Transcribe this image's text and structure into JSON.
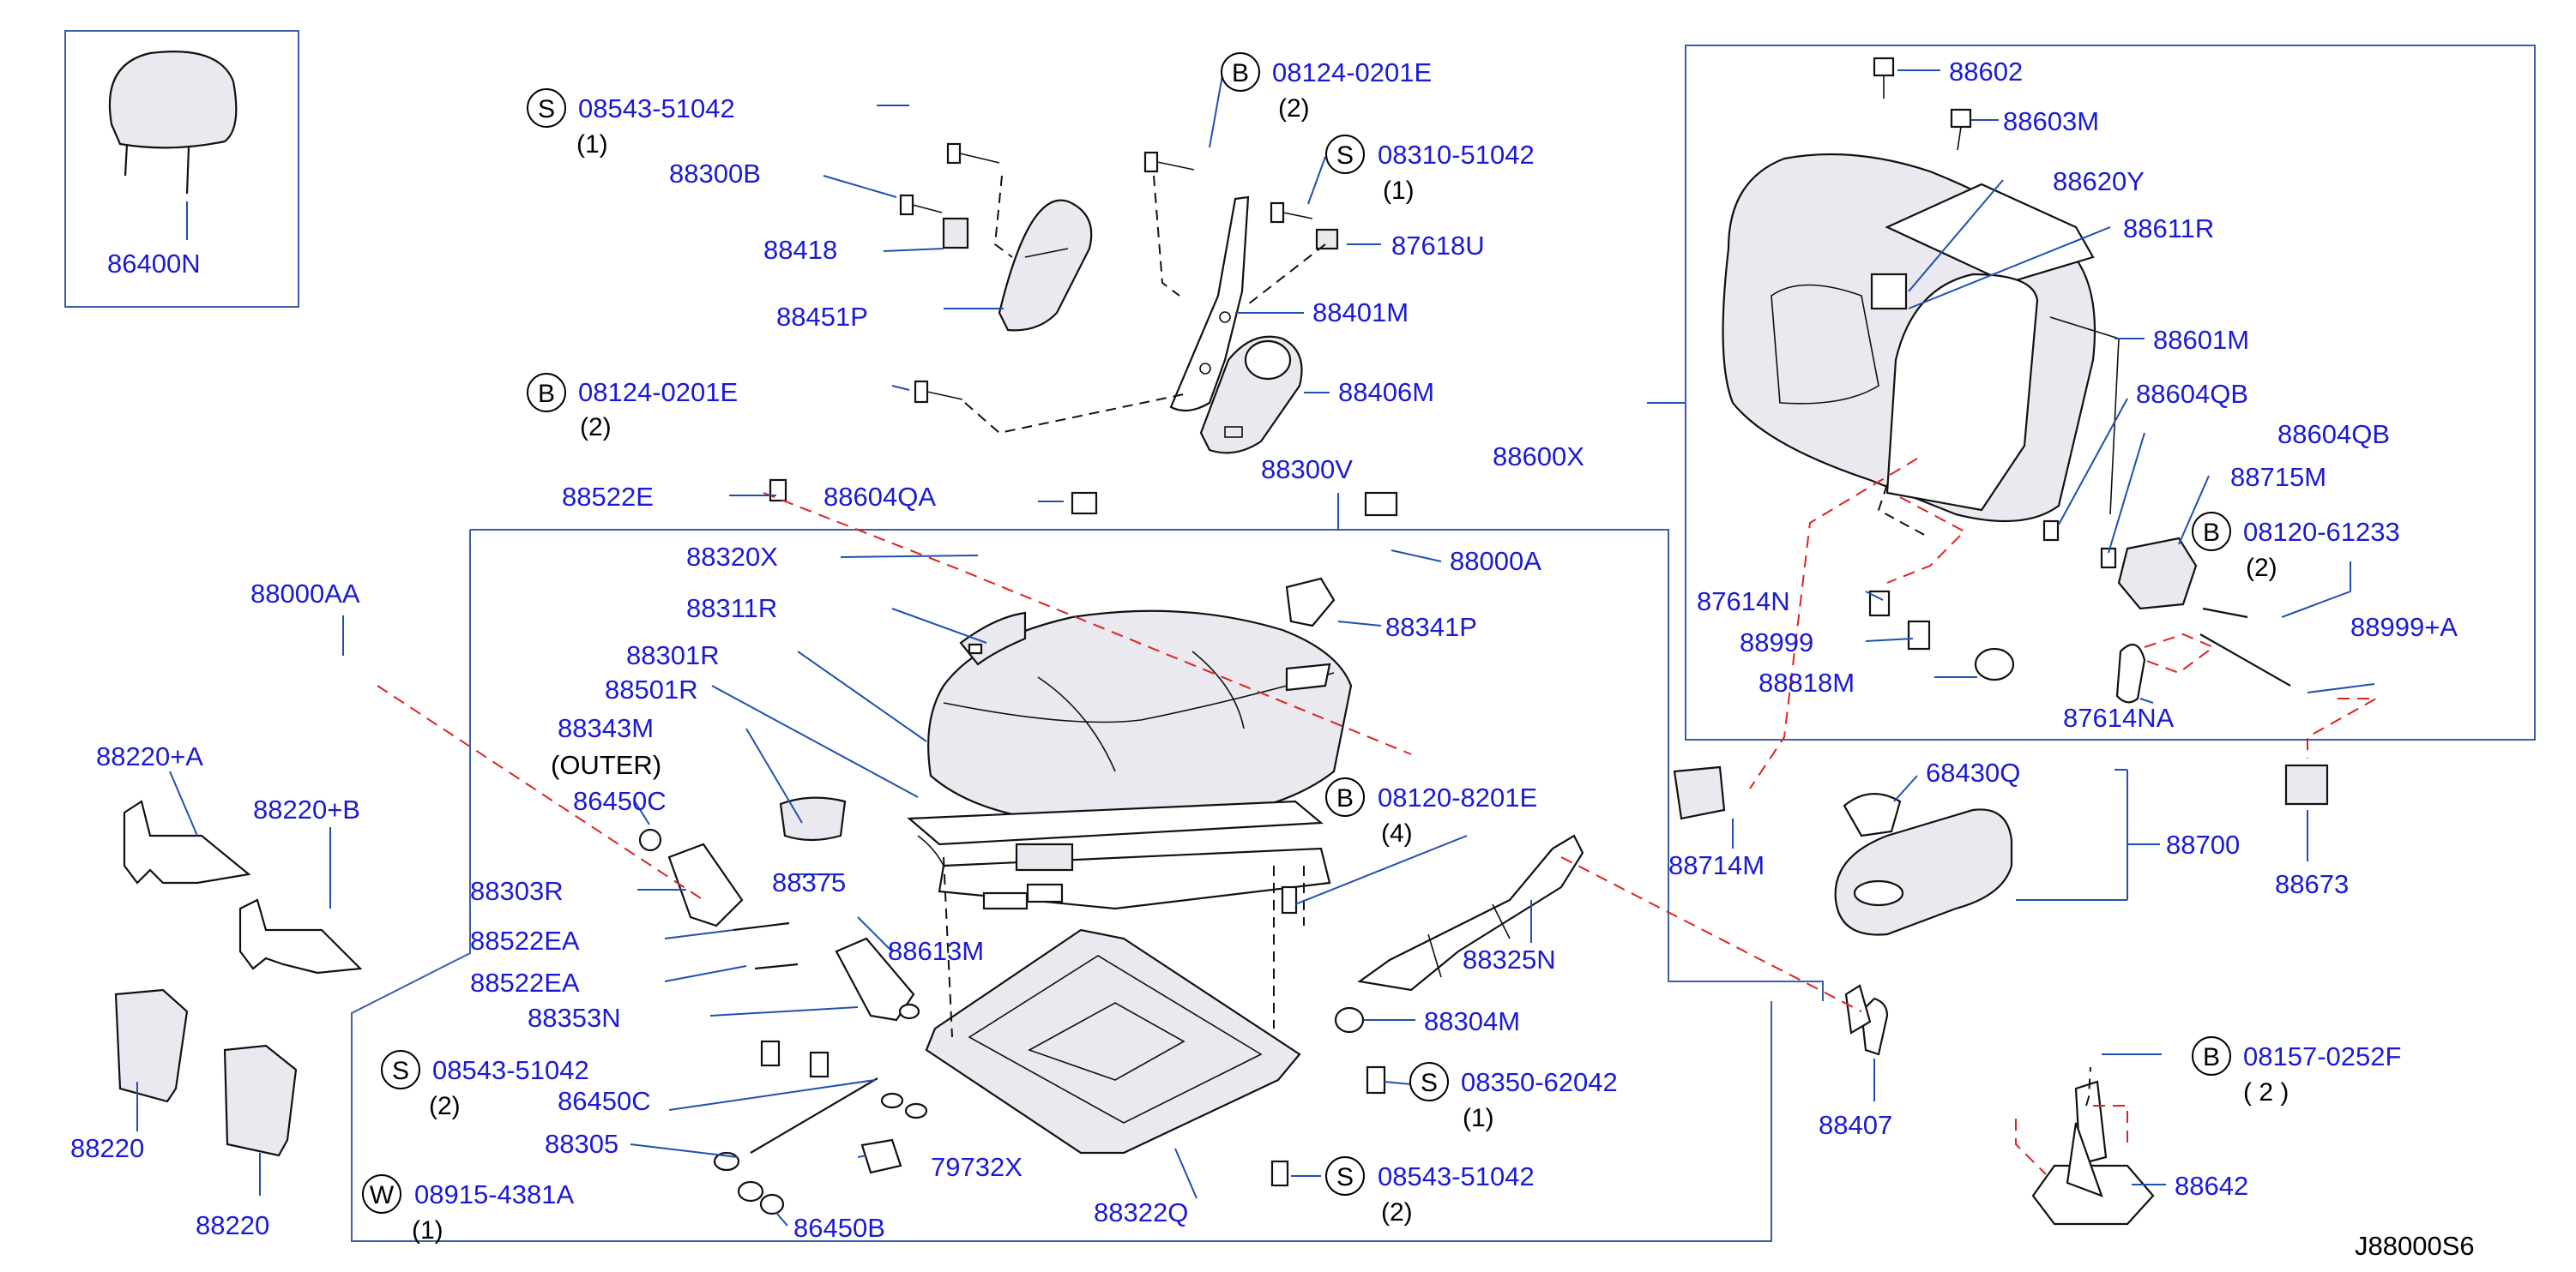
{
  "diagram_code": "J88000S6",
  "callouts": [
    {
      "id": "c1",
      "prefix": "",
      "part": "86400N",
      "qty": ""
    },
    {
      "id": "c2",
      "prefix": "S",
      "part": "08543-51042",
      "qty": "(1)"
    },
    {
      "id": "c3",
      "prefix": "",
      "part": "88300B",
      "qty": ""
    },
    {
      "id": "c4",
      "prefix": "",
      "part": "88418",
      "qty": ""
    },
    {
      "id": "c5",
      "prefix": "",
      "part": "88451P",
      "qty": ""
    },
    {
      "id": "c6",
      "prefix": "B",
      "part": "08124-0201E",
      "qty": "(2)"
    },
    {
      "id": "c7",
      "prefix": "B",
      "part": "08124-0201E",
      "qty": "(2)"
    },
    {
      "id": "c8",
      "prefix": "S",
      "part": "08310-51042",
      "qty": "(1)"
    },
    {
      "id": "c9",
      "prefix": "",
      "part": "87618U",
      "qty": ""
    },
    {
      "id": "c10",
      "prefix": "",
      "part": "88401M",
      "qty": ""
    },
    {
      "id": "c11",
      "prefix": "",
      "part": "88406M",
      "qty": ""
    },
    {
      "id": "c12",
      "prefix": "",
      "part": "88300V",
      "qty": ""
    },
    {
      "id": "c13",
      "prefix": "",
      "part": "88522E",
      "qty": ""
    },
    {
      "id": "c14",
      "prefix": "",
      "part": "88604QA",
      "qty": ""
    },
    {
      "id": "c15",
      "prefix": "",
      "part": "88320X",
      "qty": ""
    },
    {
      "id": "c16",
      "prefix": "",
      "part": "88000A",
      "qty": ""
    },
    {
      "id": "c17",
      "prefix": "",
      "part": "88311R",
      "qty": ""
    },
    {
      "id": "c18",
      "prefix": "",
      "part": "88341P",
      "qty": ""
    },
    {
      "id": "c19",
      "prefix": "",
      "part": "88000AA",
      "qty": ""
    },
    {
      "id": "c20",
      "prefix": "",
      "part": "88301R",
      "qty": ""
    },
    {
      "id": "c21",
      "prefix": "",
      "part": "88501R",
      "qty": ""
    },
    {
      "id": "c22",
      "prefix": "",
      "part": "88343M",
      "qty": "(OUTER)"
    },
    {
      "id": "c23",
      "prefix": "",
      "part": "86450C",
      "qty": ""
    },
    {
      "id": "c24",
      "prefix": "",
      "part": "88220+A",
      "qty": ""
    },
    {
      "id": "c25",
      "prefix": "",
      "part": "88220+B",
      "qty": ""
    },
    {
      "id": "c26",
      "prefix": "",
      "part": "88303R",
      "qty": ""
    },
    {
      "id": "c27",
      "prefix": "",
      "part": "88375",
      "qty": ""
    },
    {
      "id": "c28",
      "prefix": "B",
      "part": "08120-8201E",
      "qty": "(4)"
    },
    {
      "id": "c29",
      "prefix": "",
      "part": "88522EA",
      "qty": ""
    },
    {
      "id": "c30",
      "prefix": "",
      "part": "88613M",
      "qty": ""
    },
    {
      "id": "c31",
      "prefix": "",
      "part": "88522EA",
      "qty": ""
    },
    {
      "id": "c32",
      "prefix": "",
      "part": "88353N",
      "qty": ""
    },
    {
      "id": "c33",
      "prefix": "",
      "part": "88325N",
      "qty": ""
    },
    {
      "id": "c34",
      "prefix": "",
      "part": "88304M",
      "qty": ""
    },
    {
      "id": "c35",
      "prefix": "S",
      "part": "08543-51042",
      "qty": "(2)"
    },
    {
      "id": "c36",
      "prefix": "S",
      "part": "08350-62042",
      "qty": "(1)"
    },
    {
      "id": "c37",
      "prefix": "",
      "part": "86450C",
      "qty": ""
    },
    {
      "id": "c38",
      "prefix": "",
      "part": "88305",
      "qty": ""
    },
    {
      "id": "c39",
      "prefix": "",
      "part": "79732X",
      "qty": ""
    },
    {
      "id": "c40",
      "prefix": "S",
      "part": "08543-51042",
      "qty": "(2)"
    },
    {
      "id": "c41",
      "prefix": "W",
      "part": "08915-4381A",
      "qty": "(1)"
    },
    {
      "id": "c42",
      "prefix": "",
      "part": "86450B",
      "qty": ""
    },
    {
      "id": "c43",
      "prefix": "",
      "part": "88322Q",
      "qty": ""
    },
    {
      "id": "c44",
      "prefix": "",
      "part": "88220",
      "qty": ""
    },
    {
      "id": "c45",
      "prefix": "",
      "part": "88220",
      "qty": ""
    },
    {
      "id": "c46",
      "prefix": "",
      "part": "88602",
      "qty": ""
    },
    {
      "id": "c47",
      "prefix": "",
      "part": "88603M",
      "qty": ""
    },
    {
      "id": "c48",
      "prefix": "",
      "part": "88620Y",
      "qty": ""
    },
    {
      "id": "c49",
      "prefix": "",
      "part": "88611R",
      "qty": ""
    },
    {
      "id": "c50",
      "prefix": "",
      "part": "88601M",
      "qty": ""
    },
    {
      "id": "c51",
      "prefix": "",
      "part": "88600X",
      "qty": ""
    },
    {
      "id": "c52",
      "prefix": "",
      "part": "88604QB",
      "qty": ""
    },
    {
      "id": "c53",
      "prefix": "",
      "part": "88604QB",
      "qty": ""
    },
    {
      "id": "c54",
      "prefix": "",
      "part": "88715M",
      "qty": ""
    },
    {
      "id": "c55",
      "prefix": "B",
      "part": "08120-61233",
      "qty": "(2)"
    },
    {
      "id": "c56",
      "prefix": "",
      "part": "87614N",
      "qty": ""
    },
    {
      "id": "c57",
      "prefix": "",
      "part": "88999",
      "qty": ""
    },
    {
      "id": "c58",
      "prefix": "",
      "part": "88999+A",
      "qty": ""
    },
    {
      "id": "c59",
      "prefix": "",
      "part": "88818M",
      "qty": ""
    },
    {
      "id": "c60",
      "prefix": "",
      "part": "87614NA",
      "qty": ""
    },
    {
      "id": "c61",
      "prefix": "",
      "part": "68430Q",
      "qty": ""
    },
    {
      "id": "c62",
      "prefix": "",
      "part": "88714M",
      "qty": ""
    },
    {
      "id": "c63",
      "prefix": "",
      "part": "88700",
      "qty": ""
    },
    {
      "id": "c64",
      "prefix": "",
      "part": "88673",
      "qty": ""
    },
    {
      "id": "c65",
      "prefix": "",
      "part": "88407",
      "qty": ""
    },
    {
      "id": "c66",
      "prefix": "B",
      "part": "08157-0252F",
      "qty": "( 2 )"
    },
    {
      "id": "c67",
      "prefix": "",
      "part": "88642",
      "qty": ""
    }
  ],
  "icons": [
    "headrest-icon",
    "seat-cushion-icon",
    "seat-back-icon",
    "armrest-icon",
    "bolt-icon",
    "bracket-icon",
    "recliner-cover-icon",
    "seat-frame-icon"
  ]
}
